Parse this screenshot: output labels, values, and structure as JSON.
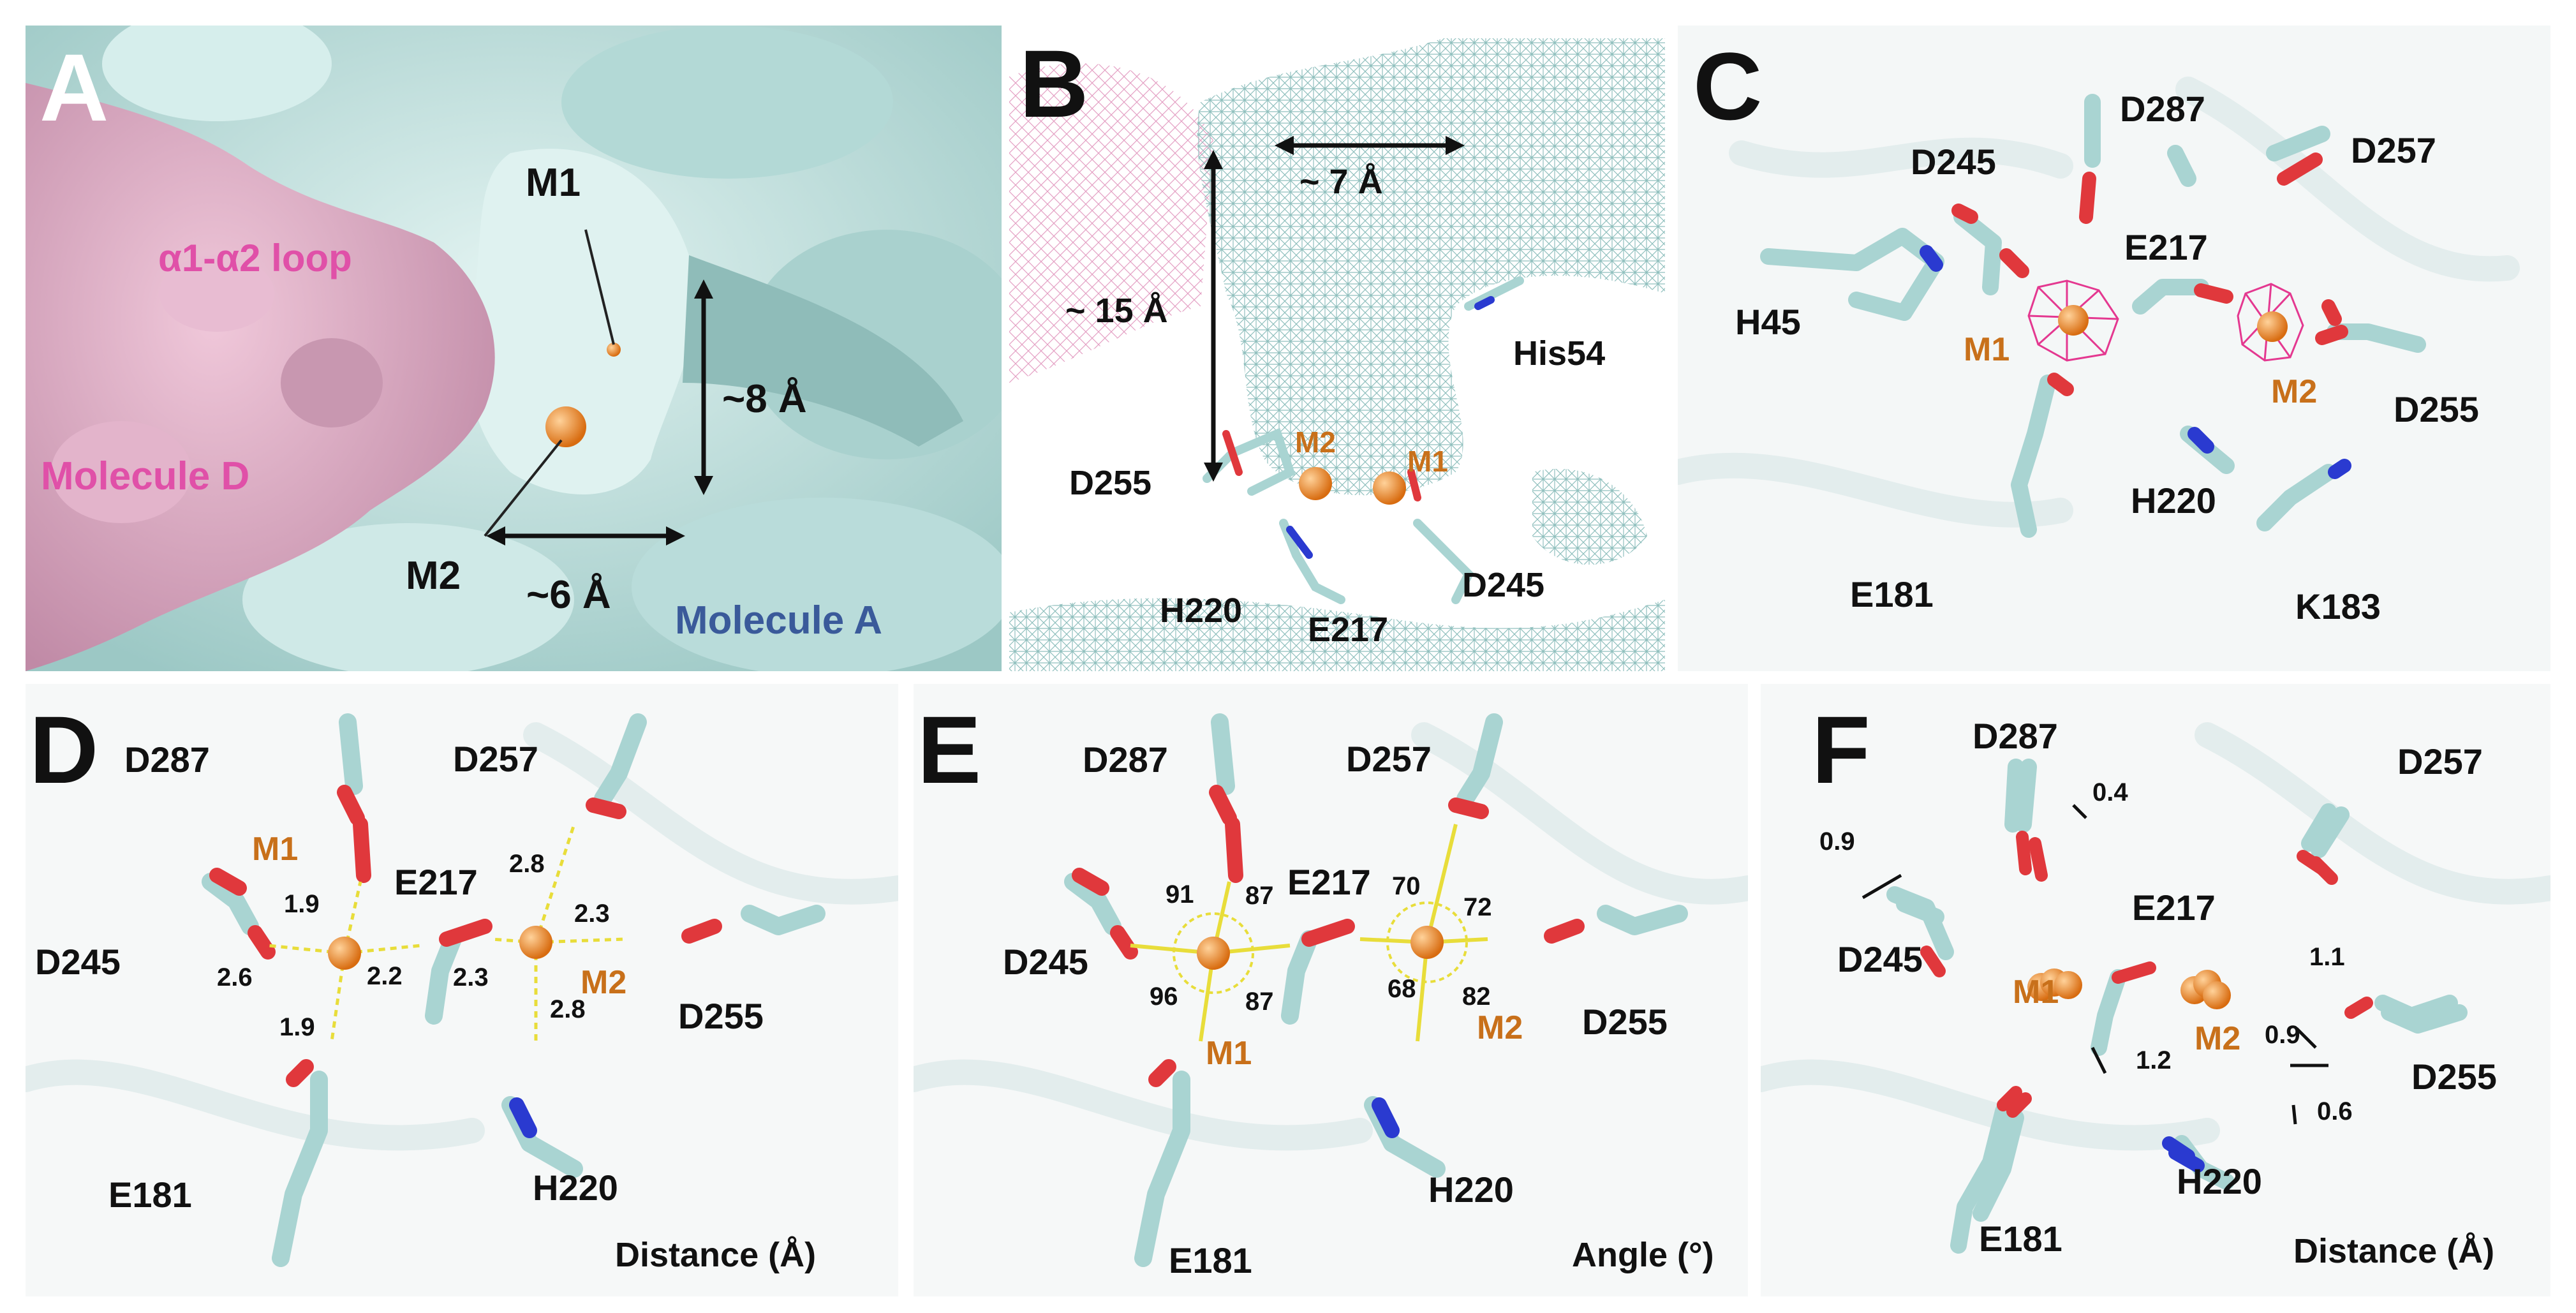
{
  "panels": {
    "A": {
      "label": "A",
      "m1": "M1",
      "m2": "M2",
      "loop": "α1-α2 loop",
      "molD": "Molecule D",
      "molA": "Molecule A",
      "dist8": "~8 Å",
      "dist6": "~6 Å"
    },
    "B": {
      "label": "B",
      "dist7": "~ 7 Å",
      "dist15": "~ 15 Å",
      "his54": "His54",
      "m2": "M2",
      "m1": "M1",
      "d255": "D255",
      "h220": "H220",
      "e217": "E217",
      "d245": "D245"
    },
    "C": {
      "label": "C",
      "d287": "D287",
      "d257": "D257",
      "d245": "D245",
      "e217": "E217",
      "h45": "H45",
      "m1": "M1",
      "m2": "M2",
      "d255": "D255",
      "h220": "H220",
      "e181": "E181",
      "k183": "K183"
    },
    "D": {
      "label": "D",
      "d287": "D287",
      "d257": "D257",
      "m1": "M1",
      "e217": "E217",
      "d245": "D245",
      "m2": "M2",
      "d255": "D255",
      "e181": "E181",
      "h220": "H220",
      "caption": "Distance (Å)",
      "values": {
        "m1_top": "1.9",
        "m1_left": "2.6",
        "m1_right": "2.2",
        "m1_bottom": "1.9",
        "m2_top": "2.8",
        "m2_right": "2.3",
        "m2_left": "2.3",
        "m2_bottom": "2.8"
      }
    },
    "E": {
      "label": "E",
      "d287": "D287",
      "d257": "D257",
      "e217": "E217",
      "d245": "D245",
      "m1": "M1",
      "m2": "M2",
      "d255": "D255",
      "e181": "E181",
      "h220": "H220",
      "caption": "Angle (°)",
      "values": {
        "a91": "91",
        "a87a": "87",
        "a96": "96",
        "a87b": "87",
        "a70": "70",
        "a72": "72",
        "a68": "68",
        "a82": "82"
      }
    },
    "F": {
      "label": "F",
      "d287": "D287",
      "d257": "D257",
      "e217": "E217",
      "d245": "D245",
      "m1": "M1",
      "m2": "M2",
      "d255": "D255",
      "e181": "E181",
      "h220": "H220",
      "caption": "Distance (Å)",
      "values": {
        "v04": "0.4",
        "v09a": "0.9",
        "v11": "1.1",
        "v12": "1.2",
        "v09b": "0.9",
        "v06": "0.6"
      }
    }
  },
  "colors": {
    "surface": "#c9e6e3",
    "surface_dark": "#9fc9c6",
    "pink_surface": "#dba6c2",
    "stick": "#a9d4d2",
    "oxygen": "#e0383c",
    "nitrogen": "#2a3ad0",
    "metal": "#ec8a2a",
    "mesh": "#e43890",
    "coord": "#e8dd3a"
  }
}
